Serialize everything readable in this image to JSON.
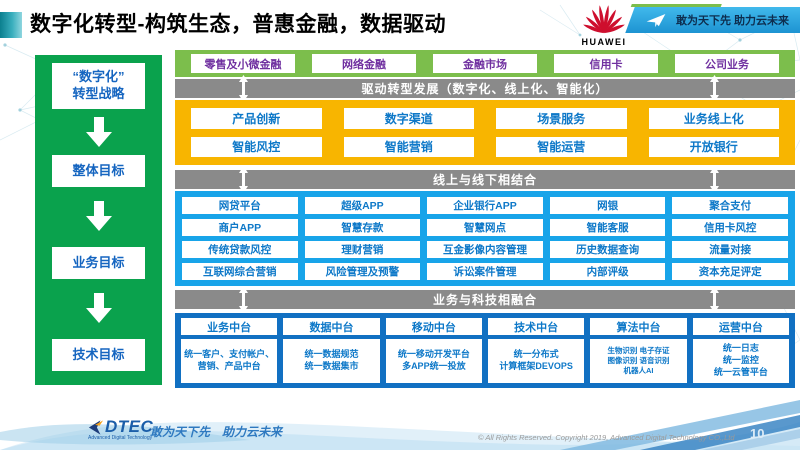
{
  "header": {
    "title": "数字化转型-构筑生态，普惠金融，数据驱动",
    "huawei_label": "HUAWEI",
    "banner_slogan": "敢为天下先 助力云未来"
  },
  "sidebar": {
    "steps": [
      "“数字化”\n转型战略",
      "整体目标",
      "业务目标",
      "技术目标"
    ]
  },
  "main": {
    "top_row": [
      "零售及小微金融",
      "网络金融",
      "金融市场",
      "信用卡",
      "公司业务"
    ],
    "banners": [
      "驱动转型发展（数字化、线上化、智能化）",
      "线上与线下相结合",
      "业务与科技相融合"
    ],
    "yellow": {
      "rows": [
        [
          "产品创新",
          "数字渠道",
          "场景服务",
          "业务线上化"
        ],
        [
          "智能风控",
          "智能营销",
          "智能运营",
          "开放银行"
        ]
      ]
    },
    "blue": {
      "rows": [
        [
          "网贷平台",
          "超级APP",
          "企业银行APP",
          "网银",
          "聚合支付"
        ],
        [
          "商户APP",
          "智慧存款",
          "智慧网点",
          "智能客服",
          "信用卡风控"
        ],
        [
          "传统贷款风控",
          "理财营销",
          "互金影像内容管理",
          "历史数据查询",
          "流量对接"
        ],
        [
          "互联网综合营销",
          "风险管理及预警",
          "诉讼案件管理",
          "内部评级",
          "资本充足评定"
        ]
      ]
    },
    "platform": {
      "columns": [
        {
          "title": "业务中台",
          "body": "统一客户、支付帐户、营销、产品中台"
        },
        {
          "title": "数据中台",
          "body": "统一数据规范\n统一数据集市"
        },
        {
          "title": "移动中台",
          "body": "统一移动开发平台\n多APP统一投放"
        },
        {
          "title": "技术中台",
          "body": "统一分布式\n计算框架DEVOPS"
        },
        {
          "title": "算法中台",
          "body": "生物识别 电子存证\n图像识别 语音识别\n机器人AI"
        },
        {
          "title": "运营中台",
          "body": "统一日志\n统一监控\n统一云管平台"
        }
      ]
    }
  },
  "footer": {
    "logo_main": "DTEC",
    "logo_sub": "Advanced Digital Technology",
    "slogan": "敢为天下先　助力云未来",
    "copyright": "© All Rights Reserved. Copyright 2019, Advanced Digital Technology CO.,Ltd",
    "page_number": "10"
  },
  "colors": {
    "sidebar_green": "#0aa24d",
    "top_row_green": "#7cbe4c",
    "yellow": "#f8b500",
    "light_blue": "#18a4e9",
    "dark_blue": "#1170c2",
    "gray_banner": "#8a8a8a",
    "purple_text": "#7030a0",
    "blue_text": "#0d78c8",
    "huawei_red": "#ce0e2d"
  }
}
